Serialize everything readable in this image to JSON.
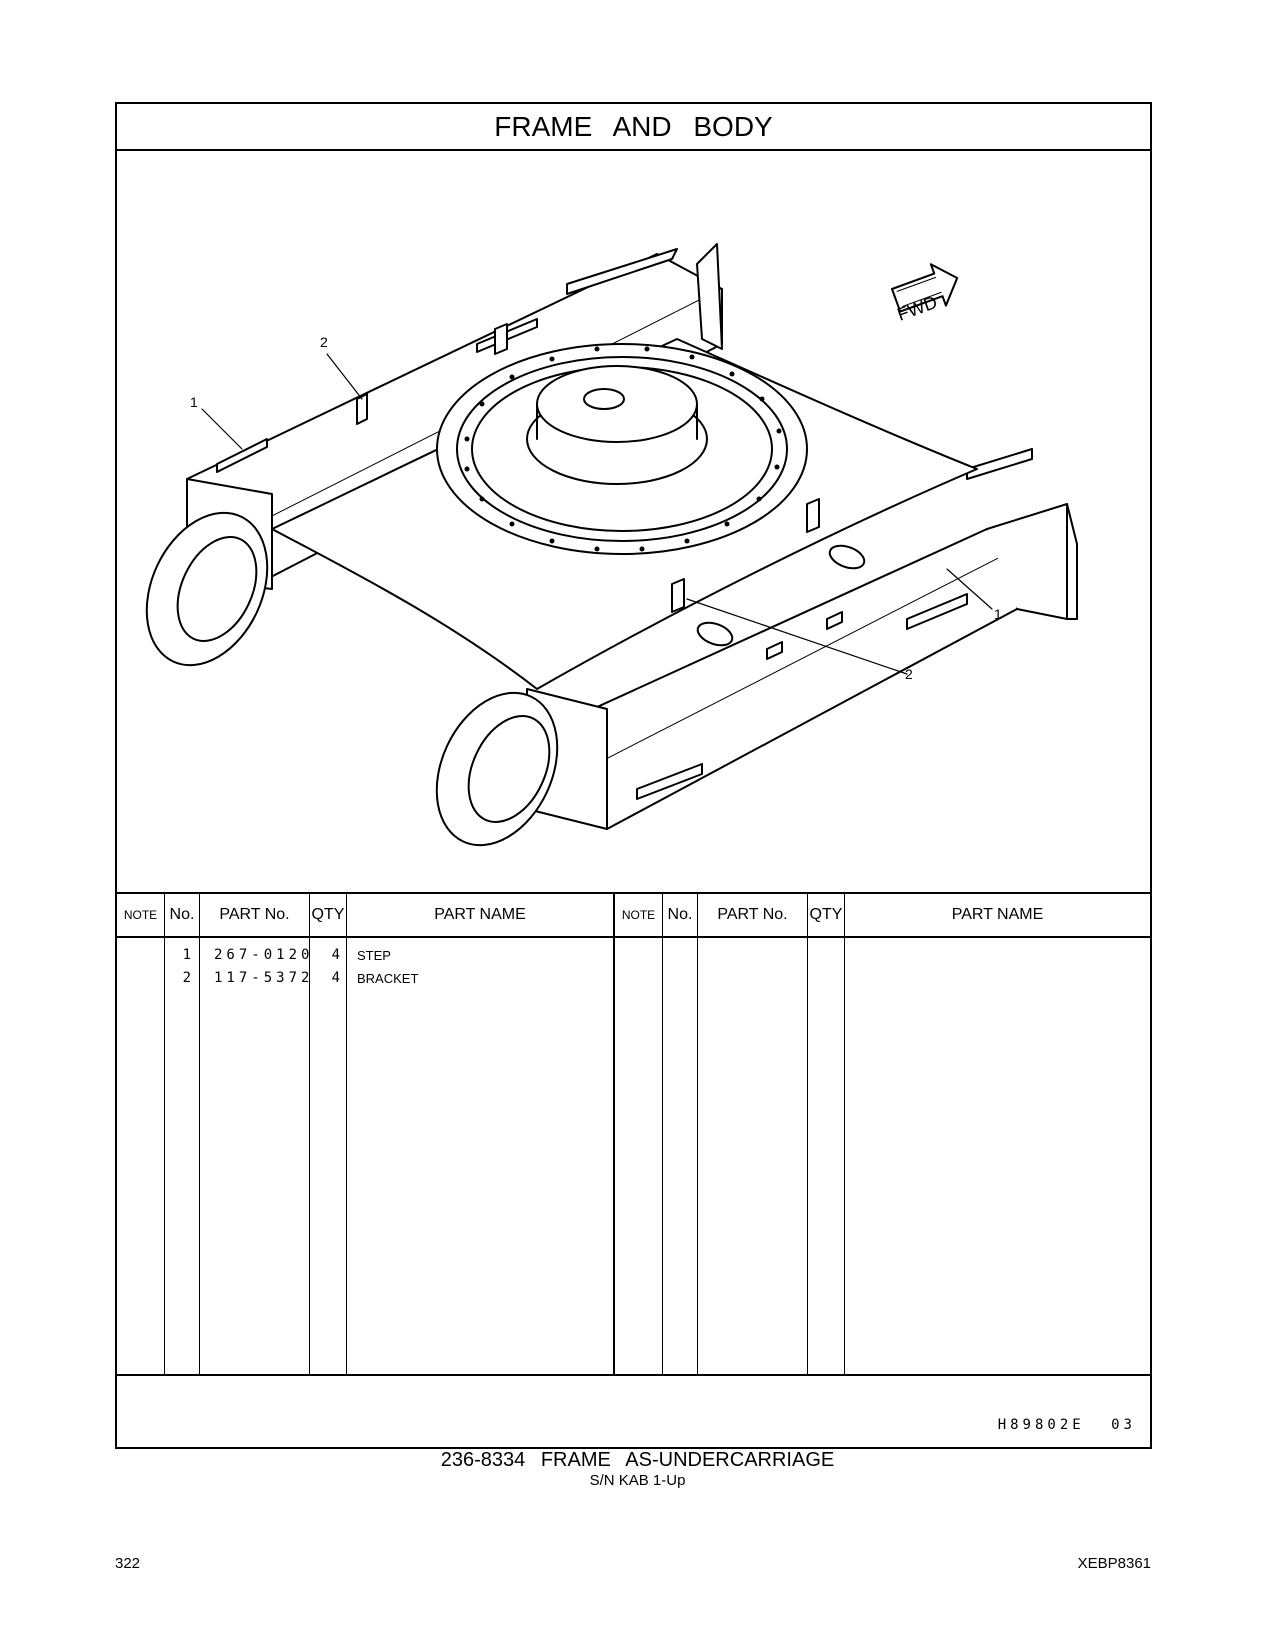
{
  "section_title": "FRAME AND BODY",
  "figure": {
    "fwd_label": "FWD",
    "callouts": [
      "1",
      "2",
      "1",
      "2"
    ]
  },
  "table": {
    "headers": {
      "note": "NOTE",
      "no": "No.",
      "part_no": "PART No.",
      "qty": "QTY",
      "part_name": "PART NAME"
    },
    "rows": [
      {
        "no": "1",
        "part_no": "267-0120",
        "qty": "4",
        "part_name": "STEP"
      },
      {
        "no": "2",
        "part_no": "117-5372",
        "qty": "4",
        "part_name": "BRACKET"
      }
    ]
  },
  "illustration_ref": "H89802E 03",
  "caption": {
    "main": "236-8334 FRAME AS-UNDERCARRIAGE",
    "sub": "S/N KAB 1-Up"
  },
  "footer": {
    "page_number": "322",
    "document_id": "XEBP8361"
  }
}
